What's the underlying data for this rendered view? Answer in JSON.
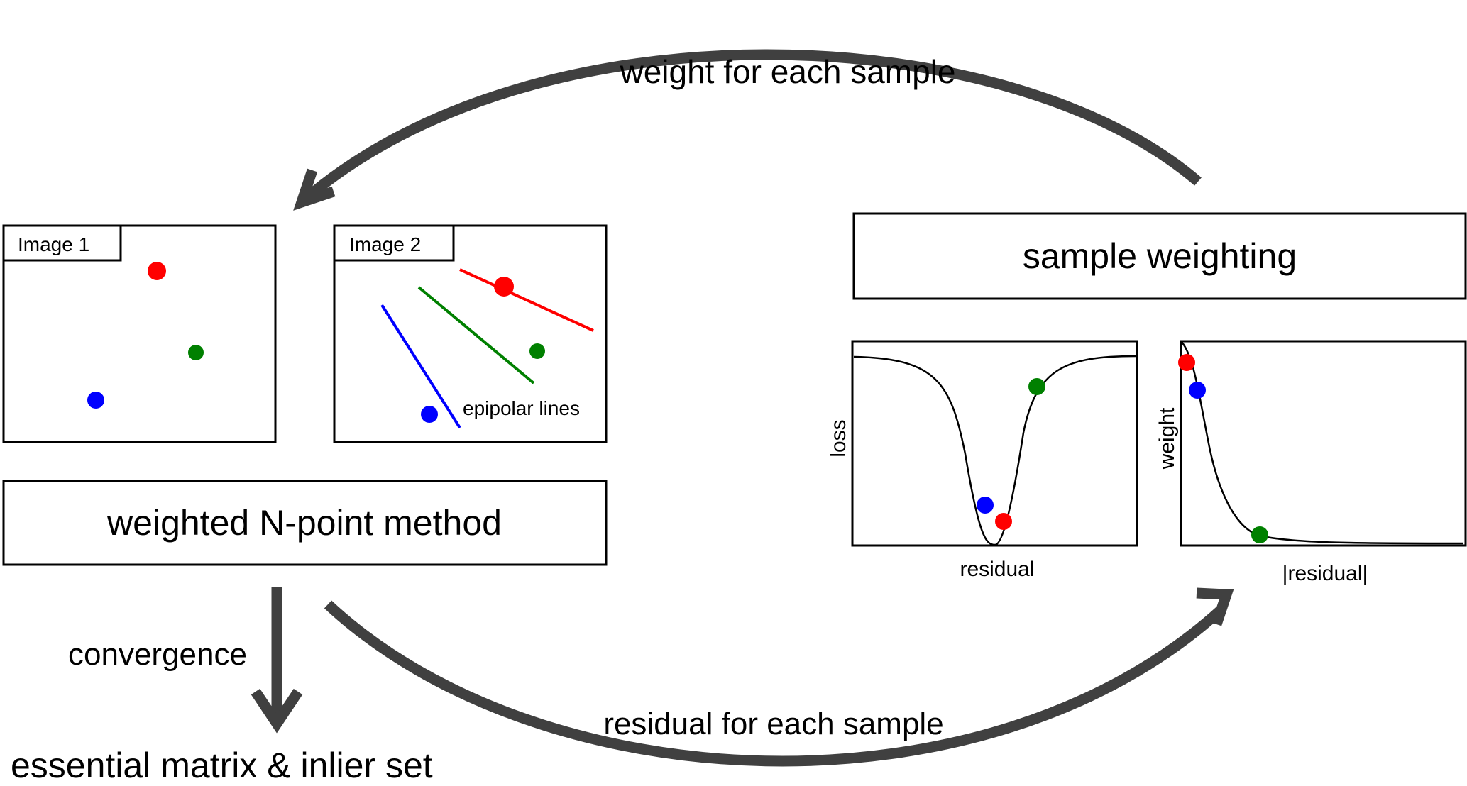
{
  "labels": {
    "top_arrow": "weight for each sample",
    "bottom_arrow": "residual for each sample",
    "convergence": "convergence",
    "output": "essential matrix & inlier set"
  },
  "image1": {
    "title": "Image 1"
  },
  "image2": {
    "title": "Image 2",
    "annotation": "epipolar lines"
  },
  "method_box": {
    "label": "weighted N-point method"
  },
  "weighting_box": {
    "label": "sample weighting"
  },
  "loss_plot": {
    "xlabel": "residual",
    "ylabel": "loss"
  },
  "weight_plot": {
    "xlabel": "|residual|",
    "ylabel": "weight"
  },
  "colors": {
    "red": "#ff0000",
    "green": "#008000",
    "blue": "#0000ff",
    "arrow": "#404040"
  }
}
